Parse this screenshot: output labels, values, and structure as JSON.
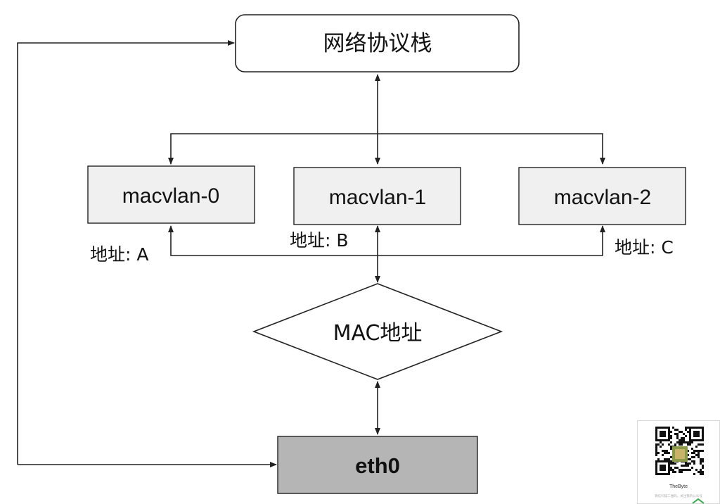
{
  "nodes": {
    "stack": "网络协议栈",
    "macvlan0": "macvlan-0",
    "macvlan1": "macvlan-1",
    "macvlan2": "macvlan-2",
    "mac": "MAC地址",
    "eth0": "eth0"
  },
  "addresses": {
    "a": "地址: A",
    "b": "地址: B",
    "c": "地址: C"
  },
  "qr": {
    "name": "TheByte",
    "hint": "微信扫描二维码，关注我的公众号",
    "accent": "#3aa84a"
  },
  "colors": {
    "box_fill": "#f0f0f0",
    "eth0_fill": "#b5b5b5",
    "stroke": "#222222"
  }
}
